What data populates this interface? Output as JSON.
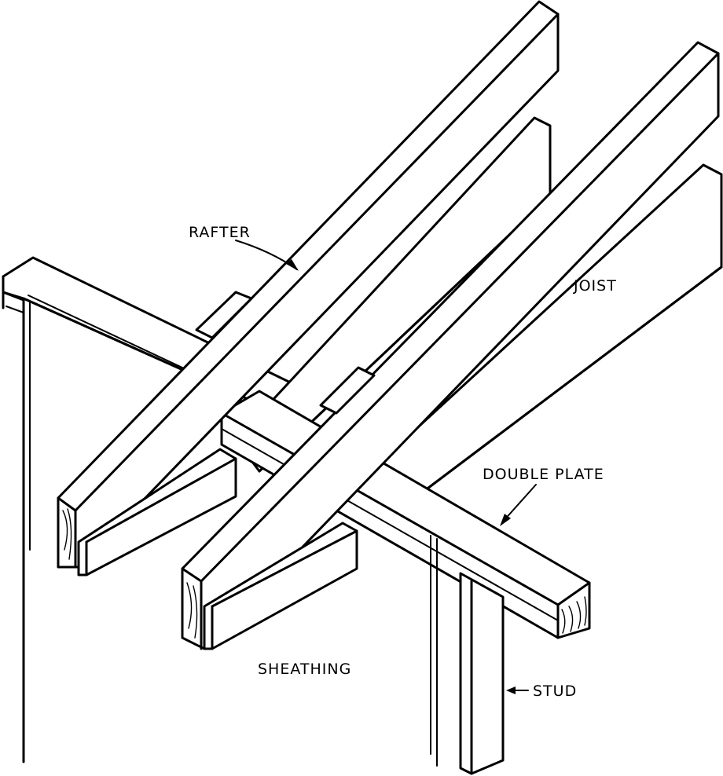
{
  "figure": {
    "labels": {
      "rafter": "RAFTER",
      "joist": "JOIST",
      "double_plate": "DOUBLE PLATE",
      "sheathing": "SHEATHING",
      "stud": "STUD"
    }
  }
}
